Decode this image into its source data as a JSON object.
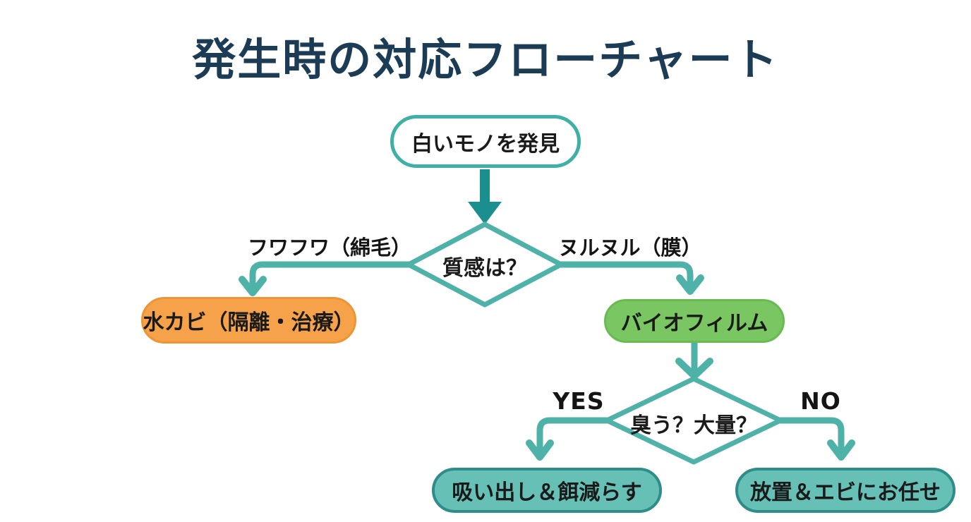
{
  "title": "発生時の対応フローチャート",
  "nodes": {
    "start": {
      "label": "白いモノを発見"
    },
    "decision_texture": {
      "label": "質感は？"
    },
    "mold": {
      "label": "水カビ（隔離・治療）"
    },
    "biofilm": {
      "label": "バイオフィルム"
    },
    "decision_smell": {
      "label": "臭う？大量？"
    },
    "suction": {
      "label": "吸い出し＆餌減らす"
    },
    "leave": {
      "label": "放置＆エビにお任せ"
    }
  },
  "edge_labels": {
    "fluffy": "フワフワ（綿毛）",
    "slimy": "ヌルヌル（膜）",
    "yes": "YES",
    "no": "NO"
  },
  "colors": {
    "title_text": "#1c3c55",
    "connector_teal": "#4fb2a8",
    "thick_arrow_teal": "#1b8f90",
    "start_border": "#3fb0a6",
    "mold_fill": "#f5a24b",
    "biofilm_fill": "#79c663",
    "result_fill": "#66c0b6",
    "result_border": "#2e8d8b",
    "node_text": "#1a1a1a",
    "background": "#ffffff"
  }
}
